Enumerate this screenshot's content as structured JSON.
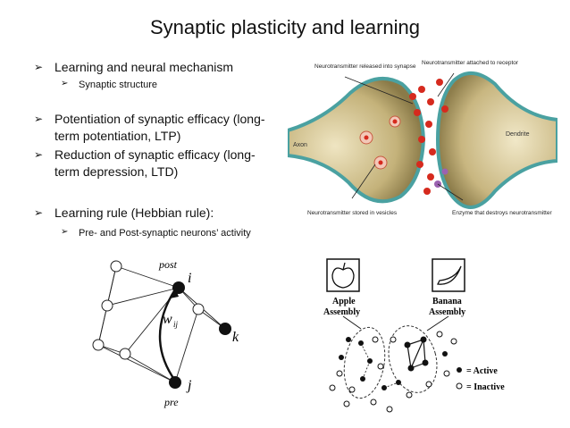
{
  "slide": {
    "title": "Synaptic plasticity and learning",
    "bullets": [
      {
        "level": 1,
        "text": "Learning and neural mechanism"
      },
      {
        "level": 2,
        "text": "Synaptic structure"
      },
      {
        "level": 1,
        "text": "Potentiation of synaptic efficacy (long-term potentiation, LTP)"
      },
      {
        "level": 1,
        "text": "Reduction of synaptic efficacy (long-term depression, LTD)"
      },
      {
        "level": 1,
        "text": "Learning rule (Hebbian rule):"
      },
      {
        "level": 2,
        "text": "Pre- and Post-synaptic neurons’ activity"
      }
    ]
  },
  "synapse_figure": {
    "label_nt_released": "Neurotransmitter released into synapse",
    "label_nt_attached": "Neurotransmitter attached to receptor",
    "label_axon": "Axon",
    "label_dendrite": "Dendrite",
    "label_nt_stored": "Neurotransmitter stored in vesicles",
    "label_enzyme": "Enzyme that destroys neurotransmitter",
    "colors": {
      "tissue": "#b8a66a",
      "membrane": "#4aa1a1",
      "molecule": "#d62a1e",
      "enzyme": "#9b62b0"
    }
  },
  "network_figure": {
    "label_post": "post",
    "label_i": "i",
    "label_w": "w",
    "label_ij": "ij",
    "label_k": "k",
    "label_j": "j",
    "label_pre": "pre"
  },
  "assembly_figure": {
    "apple_label_1": "Apple",
    "apple_label_2": "Assembly",
    "banana_label_1": "Banana",
    "banana_label_2": "Assembly",
    "legend_active": "= Active",
    "legend_inactive": "= Inactive",
    "icon_apple": "apple-icon",
    "icon_banana": "banana-icon"
  }
}
